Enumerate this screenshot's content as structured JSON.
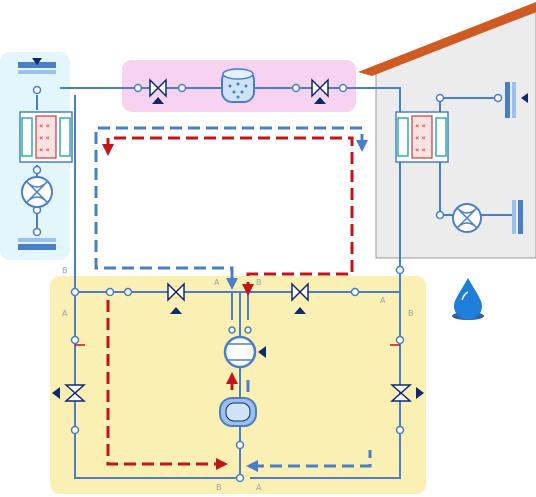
{
  "port_labels": {
    "left_top": "B",
    "left_low": "A",
    "right_top_a": "A",
    "right_b": "B",
    "mid_left": "A",
    "mid_right": "B",
    "bottom_b": "B",
    "bottom_a": "A"
  },
  "colors": {
    "pipe": "#4a7fc7",
    "hot_flow": "#c0161b",
    "cold_flow": "#4a7fc7",
    "indoor_panel": "#e2f6fb",
    "filter_panel": "#f7d3f1",
    "outdoor_panel": "#fbf0b4",
    "house_wall": "#ececec",
    "roof": "#cf5b23",
    "valve": "#0f2a6b",
    "water_drop": "#1f7fd8"
  },
  "icons": {
    "compressor": "compressor-icon",
    "accumulator": "accumulator-icon",
    "filter_drier": "filter-drier-icon",
    "fan_left": "fan-icon",
    "fan_right": "fan-icon",
    "heat_exchanger_left": "heat-exchanger-icon",
    "heat_exchanger_right": "heat-exchanger-icon",
    "water": "water-drop-icon"
  }
}
